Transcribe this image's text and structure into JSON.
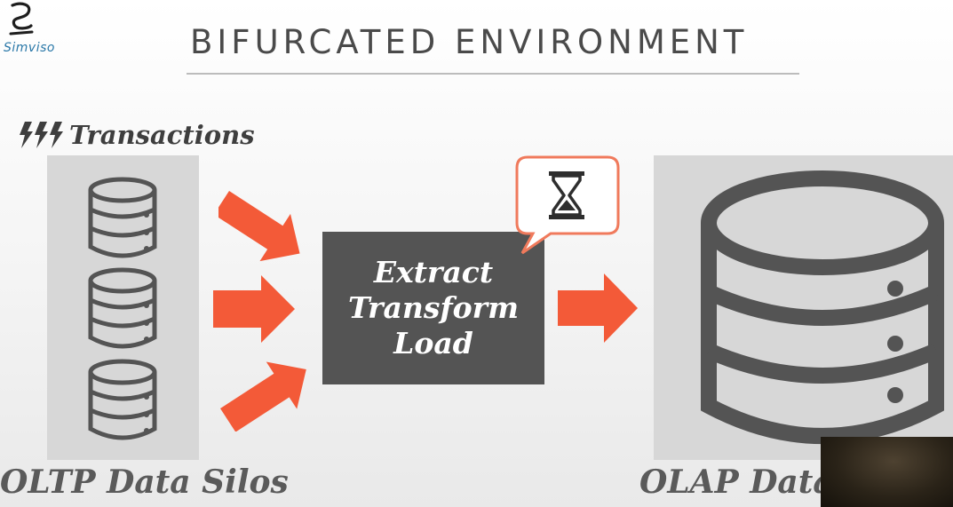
{
  "logo": {
    "text": "Simviso",
    "icon": "simviso-s-logo-icon"
  },
  "title": "BIFURCATED ENVIRONMENT",
  "transactions": {
    "icon": "lightning-bolts-icon",
    "label": "Transactions"
  },
  "oltp": {
    "label": "OLTP Data Silos",
    "databases": [
      "database-icon",
      "database-icon",
      "database-icon"
    ]
  },
  "etl": {
    "lines": [
      "Extract",
      "Transform",
      "Load"
    ],
    "callout_icon": "hourglass-icon"
  },
  "olap": {
    "label": "OLAP Data W",
    "icon": "database-icon"
  },
  "colors": {
    "arrow": "#f35a38",
    "etl_box": "#545454",
    "panel": "#d7d7d7",
    "icon_stroke": "#545454",
    "callout_border": "#f07a5c"
  }
}
